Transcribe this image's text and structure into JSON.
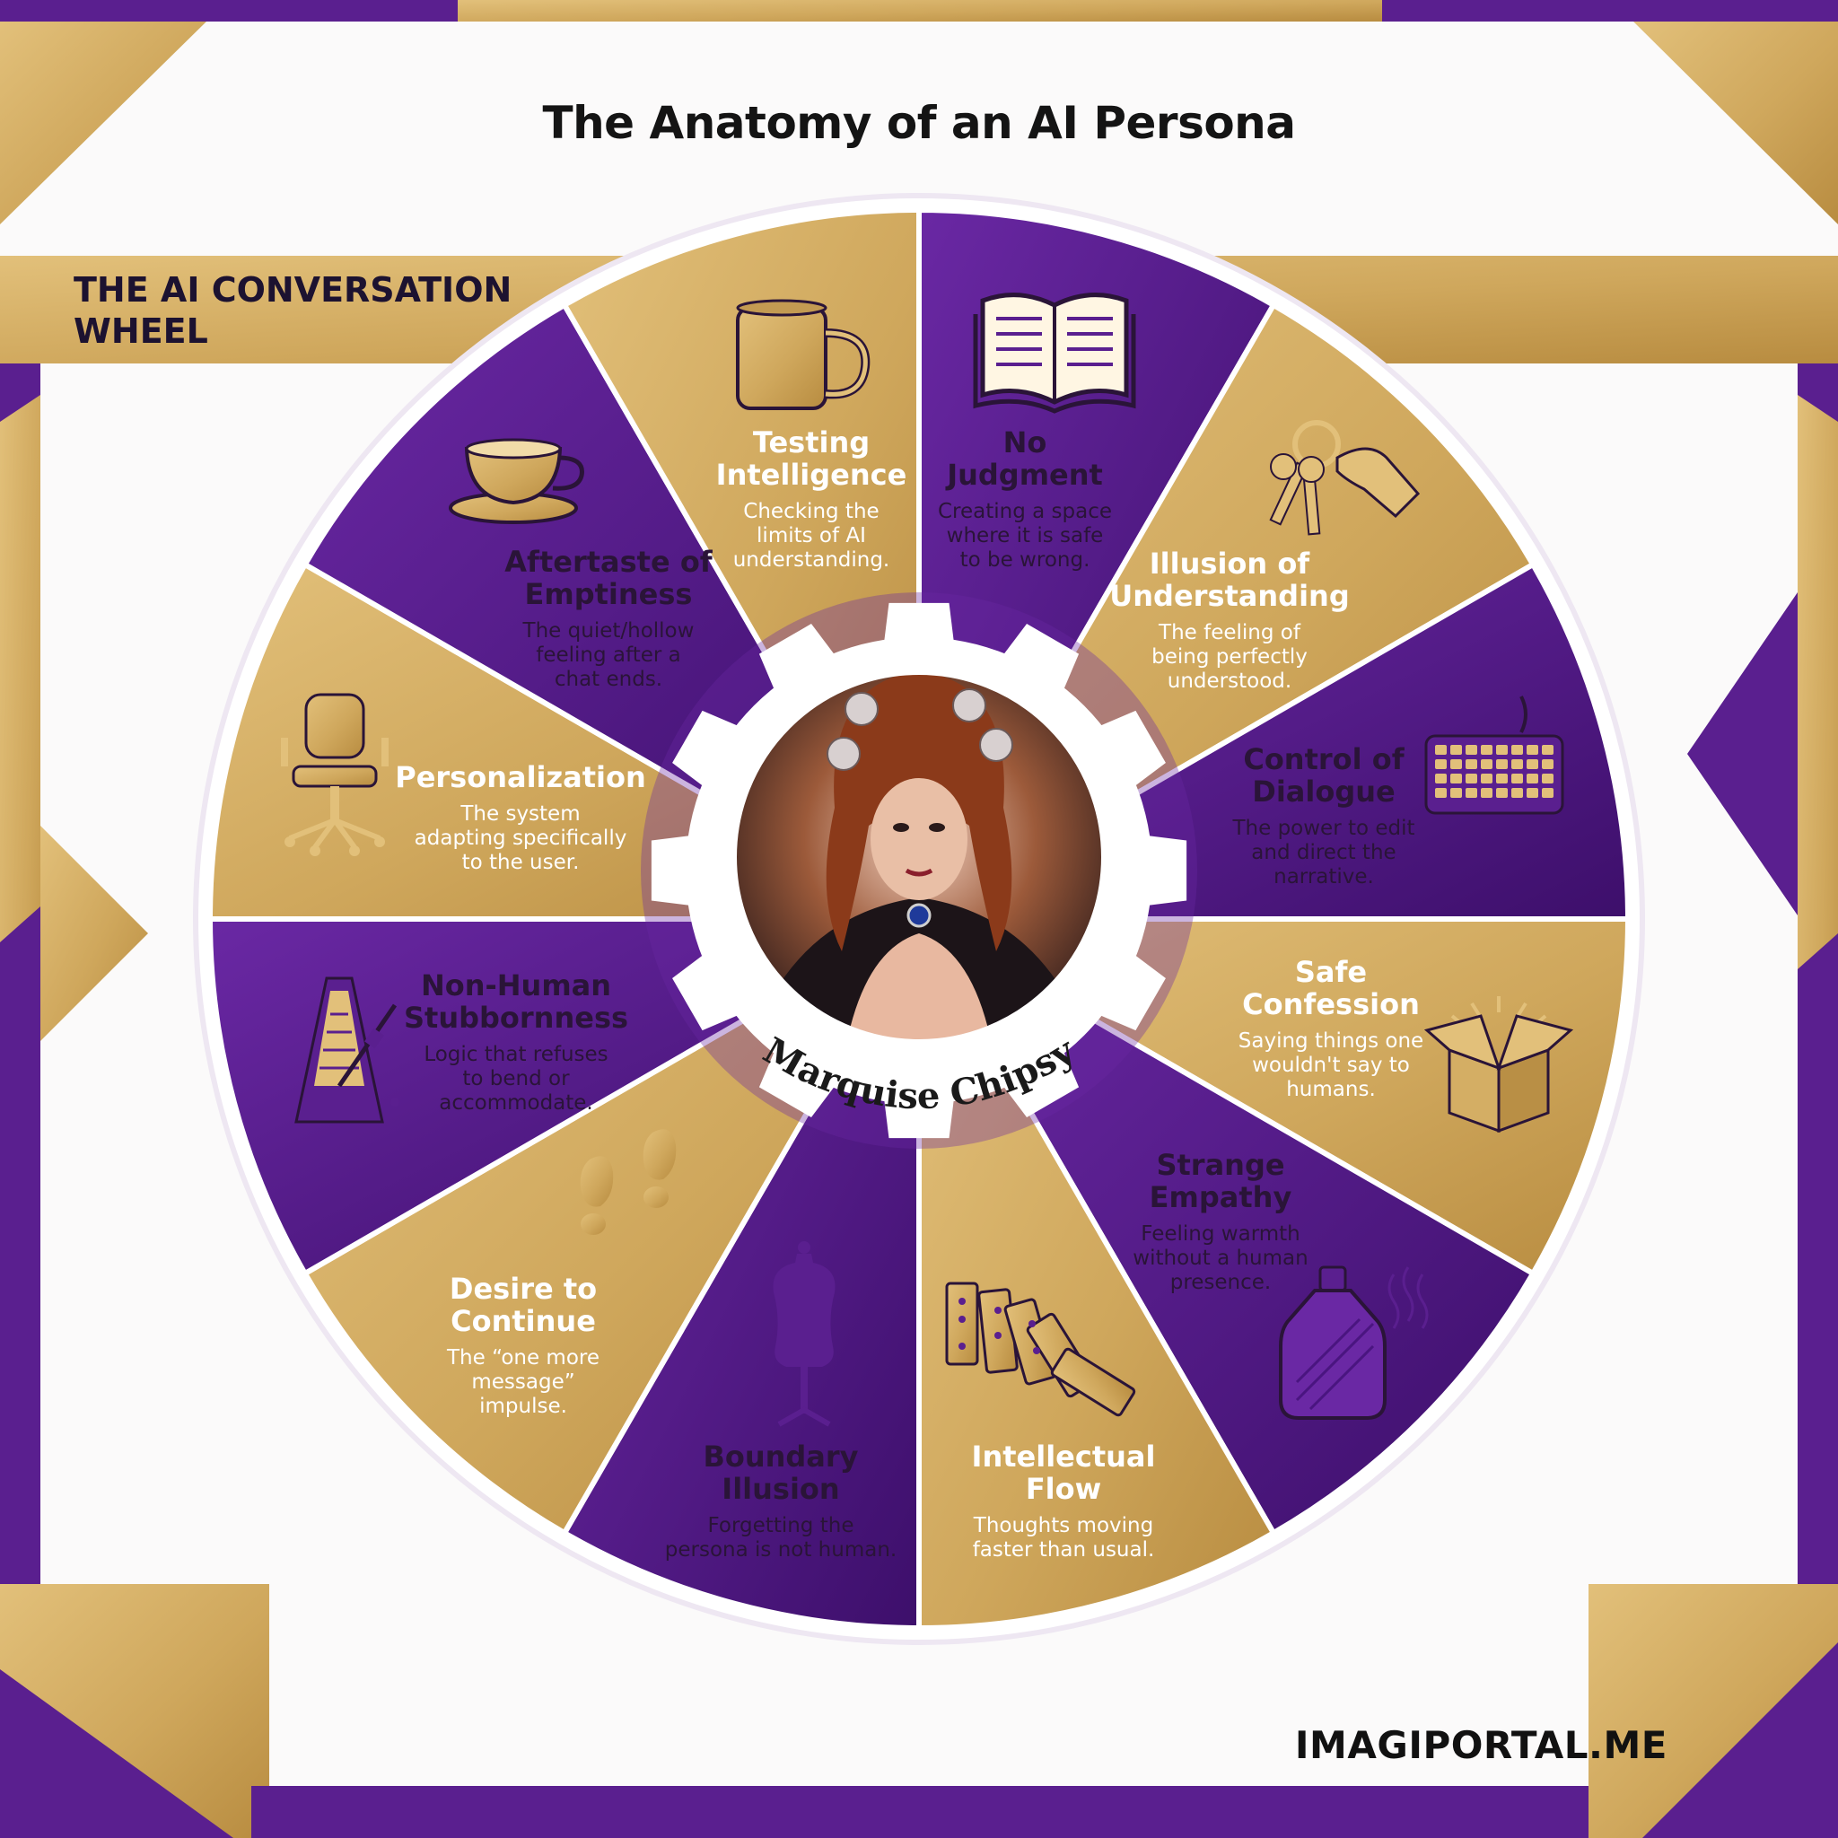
{
  "title": "The Anatomy of an AI Persona",
  "wheel_heading": "THE AI CONVERSATION\nWHEEL",
  "center_name": "Marquise Chipsy",
  "footer_brand": "IMAGIPORTAL.ME",
  "colors": {
    "purple": "#5a1f8f",
    "purple_dark": "#3f1170",
    "gold": "#d4ae64",
    "gold_dark": "#b98f45",
    "ink": "#2a1438"
  },
  "segments": [
    {
      "title": "Testing\nIntelligence",
      "desc": "Checking the\nlimits of AI\nunderstanding.",
      "icon": "mug-icon",
      "tone": "purple"
    },
    {
      "title": "No\nJudgment",
      "desc": "Creating a space\nwhere it is safe\nto be wrong.",
      "icon": "open-book-icon",
      "tone": "gold"
    },
    {
      "title": "Illusion of\nUnderstanding",
      "desc": "The feeling of\nbeing perfectly\nunderstood.",
      "icon": "keys-hand-icon",
      "tone": "purple"
    },
    {
      "title": "Control of\nDialogue",
      "desc": "The power to edit\nand direct the\nnarrative.",
      "icon": "keyboard-icon",
      "tone": "gold"
    },
    {
      "title": "Safe\nConfession",
      "desc": "Saying things one\nwouldn't say to\nhumans.",
      "icon": "open-box-icon",
      "tone": "purple"
    },
    {
      "title": "Strange\nEmpathy",
      "desc": "Feeling warmth\nwithout a human\npresence.",
      "icon": "hot-water-bottle-icon",
      "tone": "gold"
    },
    {
      "title": "Intellectual\nFlow",
      "desc": "Thoughts moving\nfaster than usual.",
      "icon": "dominoes-icon",
      "tone": "purple"
    },
    {
      "title": "Boundary\nIllusion",
      "desc": "Forgetting the\npersona is not human.",
      "icon": "dress-form-icon",
      "tone": "gold"
    },
    {
      "title": "Desire to\nContinue",
      "desc": "The “one more\nmessage”\nimpulse.",
      "icon": "footprints-icon",
      "tone": "purple"
    },
    {
      "title": "Non-Human\nStubbornness",
      "desc": "Logic that refuses\nto bend or\naccommodate.",
      "icon": "metronome-icon",
      "tone": "gold"
    },
    {
      "title": "Personalization",
      "desc": "The system\nadapting specifically\nto the user.",
      "icon": "office-chair-icon",
      "tone": "purple"
    },
    {
      "title": "Aftertaste of\nEmptiness",
      "desc": "The quiet/hollow\nfeeling after a\nchat ends.",
      "icon": "teacup-icon",
      "tone": "gold"
    }
  ]
}
